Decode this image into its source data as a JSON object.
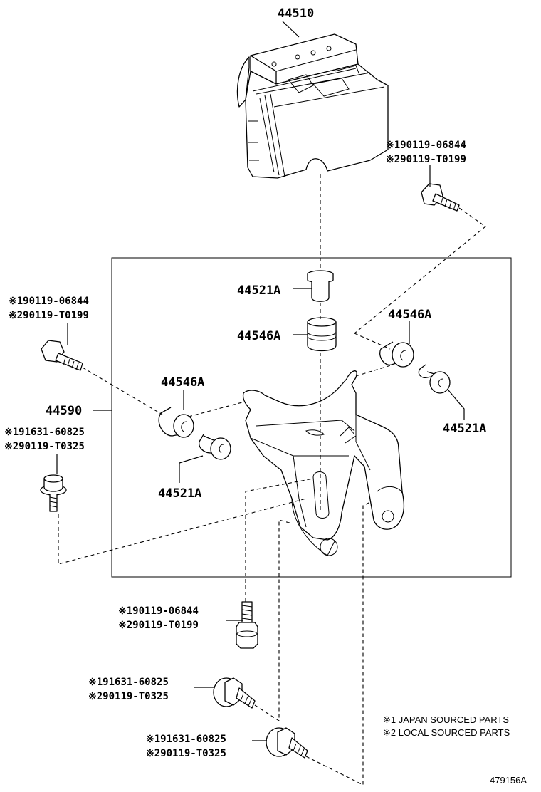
{
  "parts": {
    "p44510": "44510",
    "p44521a_center": "44521A",
    "p44546a_center": "44546A",
    "p44546a_right": "44546A",
    "p44521a_right": "44521A",
    "p44546a_left": "44546A",
    "p44521a_left": "44521A",
    "p44590": "44590"
  },
  "refs": {
    "topright_1": "※190119-06844",
    "topright_2": "※290119-T0199",
    "left_1": "※190119-06844",
    "left_2": "※290119-T0199",
    "left_bolt_1": "※191631-60825",
    "left_bolt_2": "※290119-T0325",
    "bottom_a_1": "※190119-06844",
    "bottom_a_2": "※290119-T0199",
    "bottom_b_1": "※191631-60825",
    "bottom_b_2": "※290119-T0325",
    "bottom_c_1": "※191631-60825",
    "bottom_c_2": "※290119-T0325"
  },
  "legend": {
    "line1": "※1 JAPAN SOURCED PARTS",
    "line2": "※2 LOCAL SOURCED PARTS"
  },
  "diagram_code": "479156A"
}
